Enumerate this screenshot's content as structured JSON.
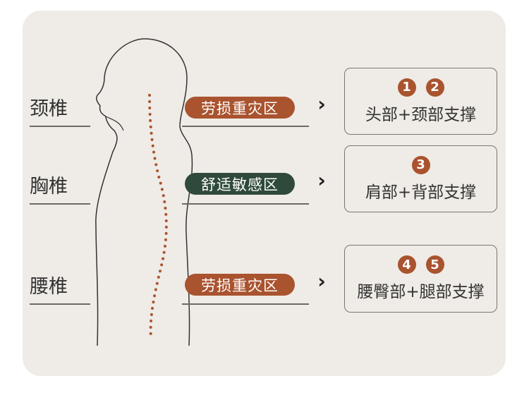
{
  "colors": {
    "strain": "#a9532f",
    "comfort": "#2f4a3a",
    "panel": "#efebe6"
  },
  "rows": [
    {
      "label": "颈椎",
      "zone": "劳损重灾区",
      "numbers": [
        "1",
        "2"
      ],
      "support": "头部+颈部支撑"
    },
    {
      "label": "胸椎",
      "zone": "舒适敏感区",
      "numbers": [
        "3"
      ],
      "support": "肩部+背部支撑"
    },
    {
      "label": "腰椎",
      "zone": "劳损重灾区",
      "numbers": [
        "4",
        "5"
      ],
      "support": "腰臀部+腿部支撑"
    }
  ],
  "arrow": "›"
}
